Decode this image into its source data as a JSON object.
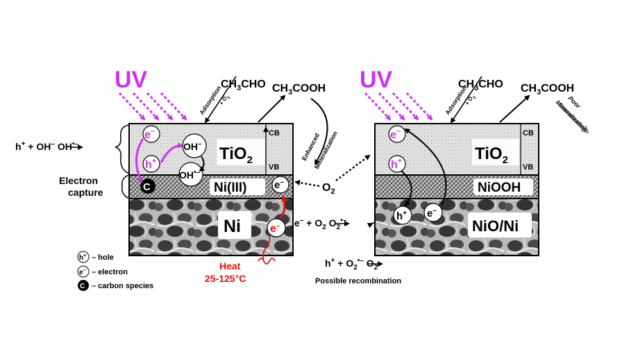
{
  "left_panel": {
    "uv": "UV",
    "tio2": "TiO",
    "tio2_sub": "2",
    "cb": "CB",
    "vb": "VB",
    "ni3": "Ni(III)",
    "ni": "Ni",
    "electron_e": "e",
    "hole_h": "h",
    "oh_minus": "OH",
    "oh_radical": "OH",
    "carbon_c": "C",
    "adsorption": "Adsorption",
    "adsorption_o2": "+ O",
    "enhanced": "Enhanced",
    "mineralization": "Mineralization",
    "heat": "Heat",
    "temperature": "25-125°C",
    "reaction_h": "h",
    "reaction_oh": "OH",
    "reaction_arrow_product": "OH",
    "electron_capture_1": "Electron",
    "electron_capture_2": "capture"
  },
  "right_panel": {
    "uv": "UV",
    "tio2": "TiO",
    "tio2_sub": "2",
    "cb": "CB",
    "vb": "VB",
    "niooh": "NiOOH",
    "nio_ni": "NiO/Ni",
    "electron_e": "e",
    "hole_h": "h",
    "adsorption": "Adsorption",
    "adsorption_o2": "+ O",
    "poor": "Poor",
    "mineralization": "Mineralization",
    "possible_recombination": "Possible recombination"
  },
  "molecules": {
    "acetaldehyde_a": "CH",
    "acetaldehyde_b": "CHO",
    "acetic_a": "CH",
    "acetic_b": "COOH",
    "sub3": "3",
    "o": "O",
    "sub2": "2"
  },
  "legend": {
    "hole_symbol": "h",
    "hole_label": "– hole",
    "electron_symbol": "e",
    "electron_label": "– electron",
    "carbon_symbol": "C",
    "carbon_label": "– carbon species"
  },
  "colors": {
    "uv": "#cc33ee",
    "heat": "#e0120e",
    "tio2_fill": "#d9d9d9",
    "poor_arrow": "#9a9a9a"
  }
}
